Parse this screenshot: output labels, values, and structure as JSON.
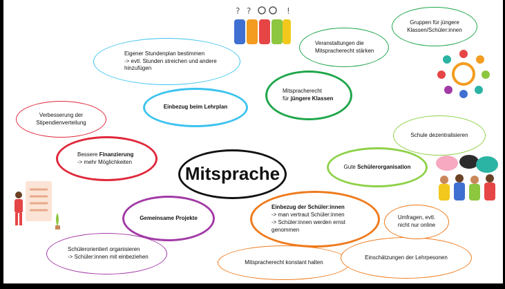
{
  "center": "Mitsprache",
  "colors": {
    "cyan": "#3cc3ee",
    "green": "#1fa64a",
    "light_green": "#8fd14a",
    "red": "#e0283c",
    "orange": "#ef7a1c",
    "purple": "#a23aa6",
    "black": "#111111"
  },
  "nodes": {
    "lehrplan": "Einbezug beim Lehrplan",
    "stundenplan": "Eigener Stundenplan bestimmen\n-> evtl. Stunden streichen und andere\nhinzufügen",
    "jung_prefix": "Mitspracherecht\nfür ",
    "jung_bold": "jüngere Klassen",
    "veranstaltungen": "Veranstaltungen die\nMitspracherecht stärken",
    "gruppen": "Gruppen für jüngere\nKlassen/Schüler:innen",
    "stipendien": "Verbesserung der\nStipendienverteilung",
    "finanz_prefix": "Bessere ",
    "finanz_bold": "Finanzierung",
    "finanz_rest": "-> mehr Möglichkeiten",
    "dezentral": "Schule dezentralisieren",
    "orga_prefix": "Gute ",
    "orga_bold": "Schülerorganisation",
    "projekte": "Gemeinsame Projekte",
    "einbezug_bold": "Einbezug der Schüler:innen",
    "einbezug_rest": "-> man vertraut Schüler:innen\n-> Schüler:innen werden ernst\ngenommen",
    "umfragen": "Umfragen, evtl.\nnicht nur online",
    "schuelerorientiert": "Schülerorientiert organisieren\n-> Schüler:innen mit einbeziehen",
    "konstant": "Mitspracherecht konstant halten",
    "einschaetzungen": "Einschätzungen der Lehrpesonen"
  },
  "icons": [
    "people-puzzle-icon",
    "community-circle-icon",
    "chat-group-icon",
    "checklist-person-icon"
  ]
}
